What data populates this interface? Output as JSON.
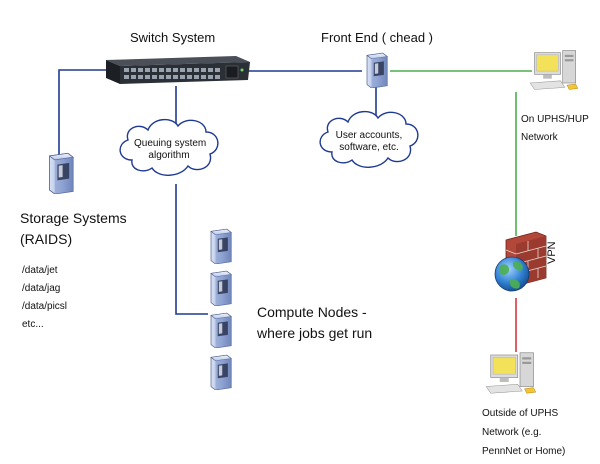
{
  "switch": {
    "label": "Switch System"
  },
  "front_end": {
    "label": "Front End ( chead )"
  },
  "clouds": {
    "queue": {
      "line1": "Queuing system",
      "line2": "algorithm"
    },
    "accounts": {
      "line1": "User accounts,",
      "line2": "software, etc."
    }
  },
  "storage": {
    "title_line1": "Storage Systems",
    "title_line2": "(RAIDS)",
    "paths": [
      "/data/jet",
      "/data/jag",
      "/data/picsl",
      "etc..."
    ]
  },
  "compute": {
    "line1": "Compute Nodes -",
    "line2": "where jobs get run"
  },
  "uphs_workstation": {
    "line1": "On UPHS/HUP",
    "line2": "Network"
  },
  "vpn": {
    "label": "VPN"
  },
  "outside_workstation": {
    "line1": "Outside of UPHS",
    "line2": "Network (e.g.",
    "line3": "PennNet or Home)"
  },
  "colors": {
    "internal_link": "#1f3a93",
    "green_link": "#4caf50",
    "red_link": "#d9363e",
    "server_body": "#8fa6d6",
    "switch_body": "#2b2f36"
  }
}
